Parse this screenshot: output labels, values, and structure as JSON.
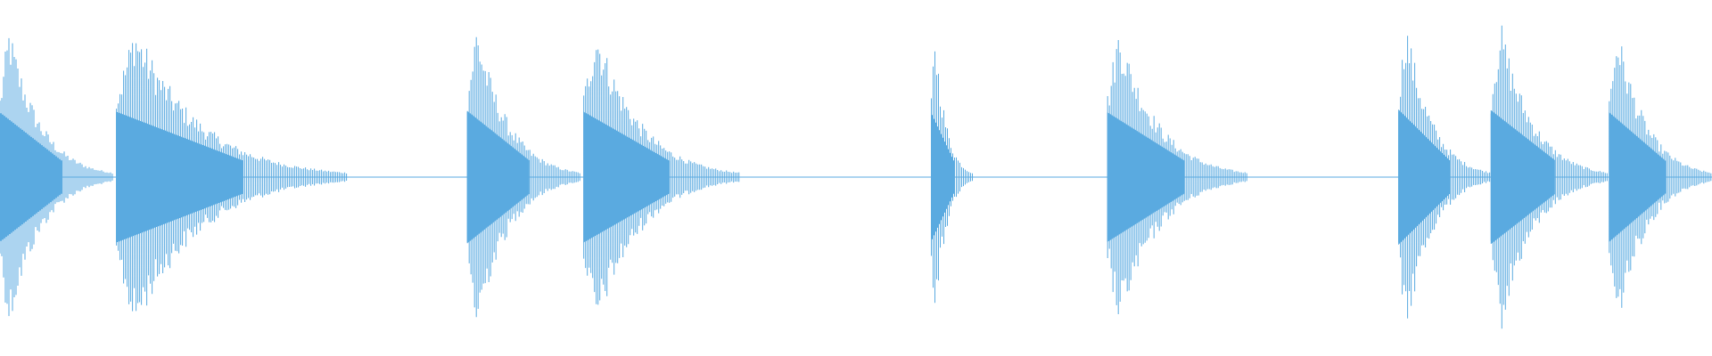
{
  "waveform": {
    "color": "#5aaae0",
    "background": "#ffffff",
    "time_range": [
      0,
      1
    ],
    "amplitude_range": [
      -1,
      1
    ],
    "envelope_shape": "fast attack, exponential decay with low-level tail",
    "bursts": [
      {
        "start": 0.0,
        "duration": 0.066,
        "amplitude": 0.91
      },
      {
        "start": 0.068,
        "duration": 0.135,
        "amplitude": 0.92
      },
      {
        "start": 0.273,
        "duration": 0.066,
        "amplitude": 0.93
      },
      {
        "start": 0.341,
        "duration": 0.091,
        "amplitude": 0.92
      },
      {
        "start": 0.544,
        "duration": 0.024,
        "amplitude": 0.9
      },
      {
        "start": 0.647,
        "duration": 0.082,
        "amplitude": 0.91
      },
      {
        "start": 0.817,
        "duration": 0.054,
        "amplitude": 0.95
      },
      {
        "start": 0.871,
        "duration": 0.068,
        "amplitude": 0.94
      },
      {
        "start": 0.94,
        "duration": 0.06,
        "amplitude": 0.91
      }
    ]
  }
}
